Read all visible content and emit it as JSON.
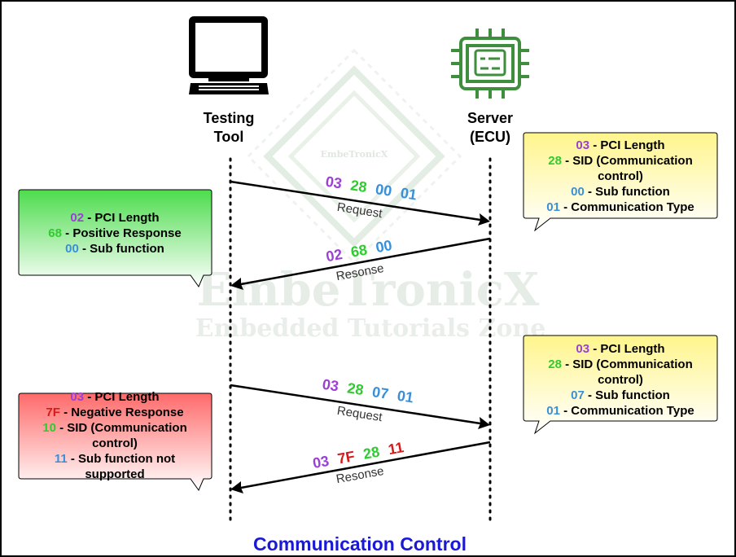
{
  "title": "Communication Control",
  "watermark": {
    "brand": "EmbeTronicX",
    "tagline": "Embedded Tutorials Zone"
  },
  "actors": {
    "client": {
      "line1": "Testing",
      "line2": "Tool",
      "icon": "monitor-icon"
    },
    "server": {
      "line1": "Server",
      "line2": "(ECU)",
      "icon": "chip-icon"
    }
  },
  "colors": {
    "purple": "#9b3fd6",
    "green": "#2ecc2e",
    "blue": "#3a8fd9",
    "red": "#d61a1a",
    "title": "#1a1ad6"
  },
  "messages": [
    {
      "label": "Request",
      "bytes": [
        "03",
        "28",
        "00",
        "01"
      ]
    },
    {
      "label": "Resonse",
      "bytes": [
        "02",
        "68",
        "00"
      ]
    },
    {
      "label": "Request",
      "bytes": [
        "03",
        "28",
        "07",
        "01"
      ]
    },
    {
      "label": "Resonse",
      "bytes": [
        "03",
        "7F",
        "28",
        "11"
      ]
    }
  ],
  "notes": {
    "request1": {
      "lines": [
        {
          "code": "03",
          "text": "- PCI Length"
        },
        {
          "code": "28",
          "text": "- SID (Communication"
        },
        {
          "code": "",
          "text": "control)"
        },
        {
          "code": "00",
          "text": "- Sub function"
        },
        {
          "code": "01",
          "text": "- Communication Type"
        }
      ]
    },
    "response1": {
      "lines": [
        {
          "code": "02",
          "text": "- PCI Length"
        },
        {
          "code": "68",
          "text": "- Positive Response"
        },
        {
          "code": "00",
          "text": "- Sub function"
        }
      ]
    },
    "request2": {
      "lines": [
        {
          "code": "03",
          "text": "- PCI Length"
        },
        {
          "code": "28",
          "text": "- SID (Communication"
        },
        {
          "code": "",
          "text": "control)"
        },
        {
          "code": "07",
          "text": "- Sub function"
        },
        {
          "code": "01",
          "text": "- Communication Type"
        }
      ]
    },
    "response2": {
      "lines": [
        {
          "code": "03",
          "text": "- PCI Length"
        },
        {
          "code": "7F",
          "text": "- Negative Response"
        },
        {
          "code": "10",
          "text": "- SID (Communication"
        },
        {
          "code": "",
          "text": "control)"
        },
        {
          "code": "11",
          "text": "- Sub function not"
        },
        {
          "code": "",
          "text": "supported"
        }
      ]
    }
  }
}
